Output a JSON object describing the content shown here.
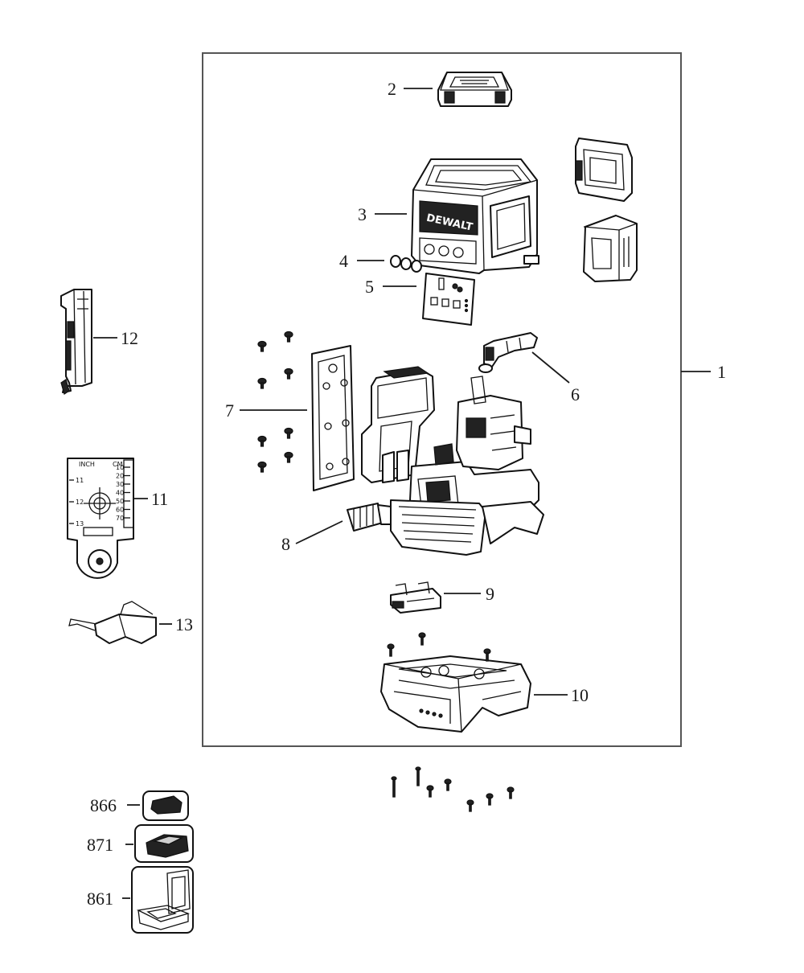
{
  "diagram": {
    "callouts": [
      {
        "id": "1",
        "text": "1"
      },
      {
        "id": "2",
        "text": "2"
      },
      {
        "id": "3",
        "text": "3"
      },
      {
        "id": "4",
        "text": "4"
      },
      {
        "id": "5",
        "text": "5"
      },
      {
        "id": "6",
        "text": "6"
      },
      {
        "id": "7",
        "text": "7"
      },
      {
        "id": "8",
        "text": "8"
      },
      {
        "id": "9",
        "text": "9"
      },
      {
        "id": "10",
        "text": "10"
      },
      {
        "id": "11",
        "text": "11"
      },
      {
        "id": "12",
        "text": "12"
      },
      {
        "id": "13",
        "text": "13"
      },
      {
        "id": "866",
        "text": "866"
      },
      {
        "id": "871",
        "text": "871"
      },
      {
        "id": "861",
        "text": "861"
      }
    ],
    "housing_brand": "DEWALT",
    "target_card": {
      "header_inch": "INCH",
      "header_cm": "CM",
      "inch_ticks": [
        "11",
        "12",
        "13"
      ],
      "cm_ticks": [
        "10",
        "20",
        "30",
        "40",
        "50",
        "60",
        "70"
      ]
    }
  }
}
